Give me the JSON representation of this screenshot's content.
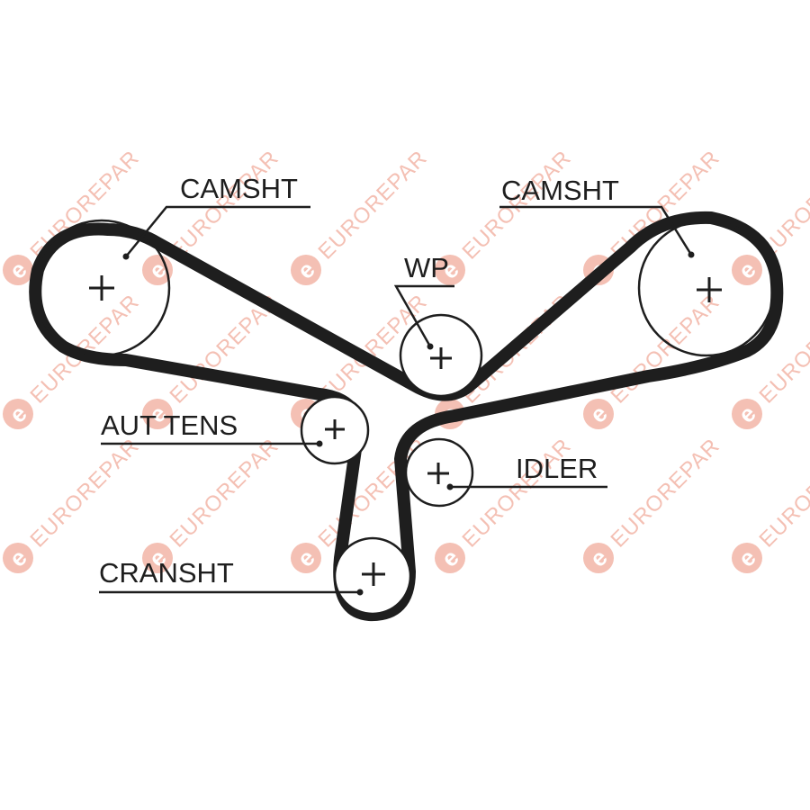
{
  "watermark": {
    "text": "EUROREPAR",
    "logo_letter": "e",
    "color": "#f4c0b4"
  },
  "labels": {
    "camshaft_left": "CAMSHT",
    "camshaft_right": "CAMSHT",
    "water_pump": "WP",
    "auto_tensioner": "AUT TENS",
    "idler": "IDLER",
    "crankshaft": "CRANSHT"
  },
  "center_mark": "+"
}
